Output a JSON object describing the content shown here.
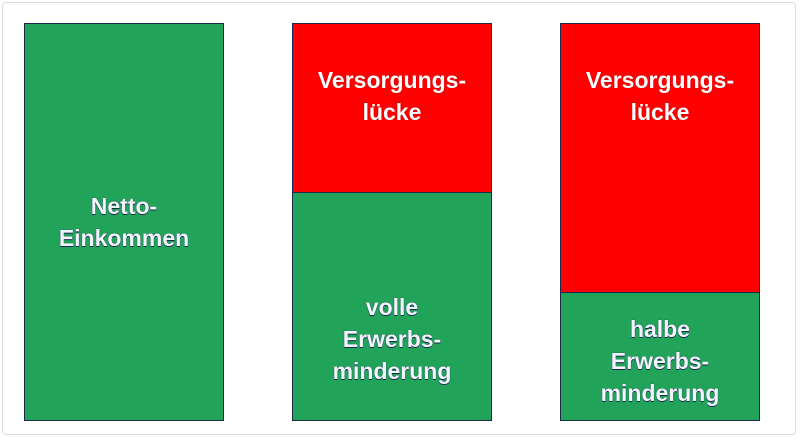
{
  "columns": [
    {
      "segments": [
        {
          "text": "Netto-\nEinkommen",
          "color": "#22a35a"
        }
      ]
    },
    {
      "segments": [
        {
          "text": "Versorgungs-\nlücke",
          "color": "#ff0000"
        },
        {
          "text": "volle\nErwerbs-\nminderung",
          "color": "#22a35a"
        }
      ]
    },
    {
      "segments": [
        {
          "text": "Versorgungs-\nlücke",
          "color": "#ff0000"
        },
        {
          "text": "halbe\nErwerbs-\nminderung",
          "color": "#22a35a"
        }
      ]
    }
  ],
  "colors": {
    "green": "#22a35a",
    "red": "#ff0000",
    "outline": "#1b2a4a"
  }
}
